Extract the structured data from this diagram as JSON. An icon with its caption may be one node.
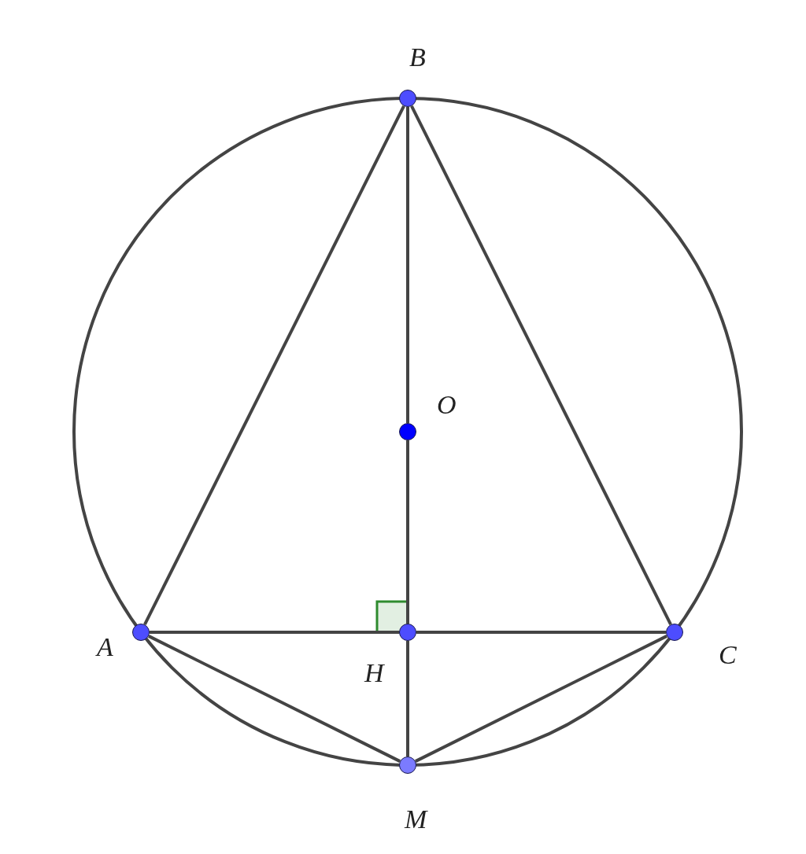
{
  "diagram": {
    "nodes": [
      {
        "text": [
          "B"
        ]
      },
      {
        "text": [
          "O"
        ]
      },
      {
        "text": [
          "A"
        ]
      },
      {
        "text": [
          "H"
        ]
      },
      {
        "text": [
          "C"
        ]
      },
      {
        "text": [
          "M"
        ]
      }
    ],
    "edges": [
      {
        "from": 2,
        "to": 0,
        "arrow": "none"
      },
      {
        "from": 0,
        "to": 4,
        "arrow": "none"
      },
      {
        "from": 2,
        "to": 3,
        "arrow": "none"
      },
      {
        "from": 3,
        "to": 4,
        "arrow": "none"
      },
      {
        "from": 0,
        "to": 1,
        "arrow": "none"
      },
      {
        "from": 1,
        "to": 3,
        "arrow": "none"
      },
      {
        "from": 3,
        "to": 5,
        "arrow": "none"
      },
      {
        "from": 2,
        "to": 5,
        "arrow": "none"
      },
      {
        "from": 4,
        "to": 5,
        "arrow": "none"
      }
    ]
  }
}
